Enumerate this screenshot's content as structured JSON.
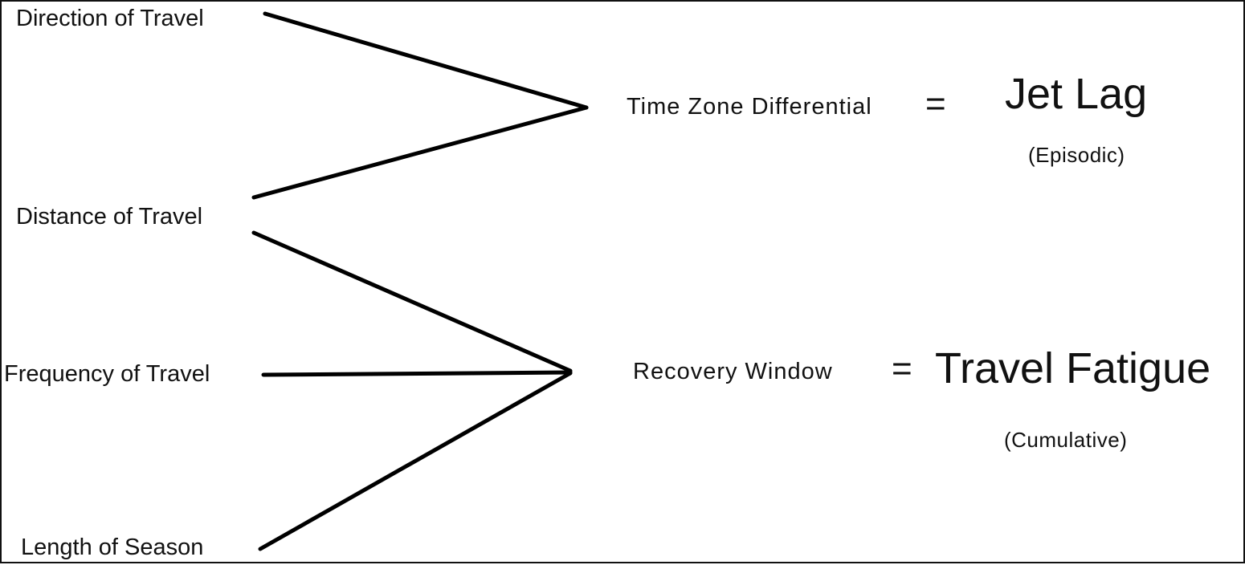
{
  "diagram": {
    "factors": {
      "direction": "Direction of Travel",
      "distance": "Distance of Travel",
      "frequency": "Frequency of Travel",
      "length": "Length of Season"
    },
    "concepts": {
      "time_zone": "Time Zone Differential",
      "recovery": "Recovery Window"
    },
    "symbols": {
      "equals": "="
    },
    "results": {
      "jet_lag": "Jet Lag",
      "jet_lag_type": "(Episodic)",
      "travel_fatigue": "Travel Fatigue",
      "travel_fatigue_type": "(Cumulative)"
    },
    "relationships": [
      {
        "from": [
          "Direction of Travel",
          "Distance of Travel"
        ],
        "to": "Time Zone Differential"
      },
      {
        "from": [
          "Distance of Travel",
          "Frequency of Travel",
          "Length of Season"
        ],
        "to": "Recovery Window"
      }
    ]
  }
}
